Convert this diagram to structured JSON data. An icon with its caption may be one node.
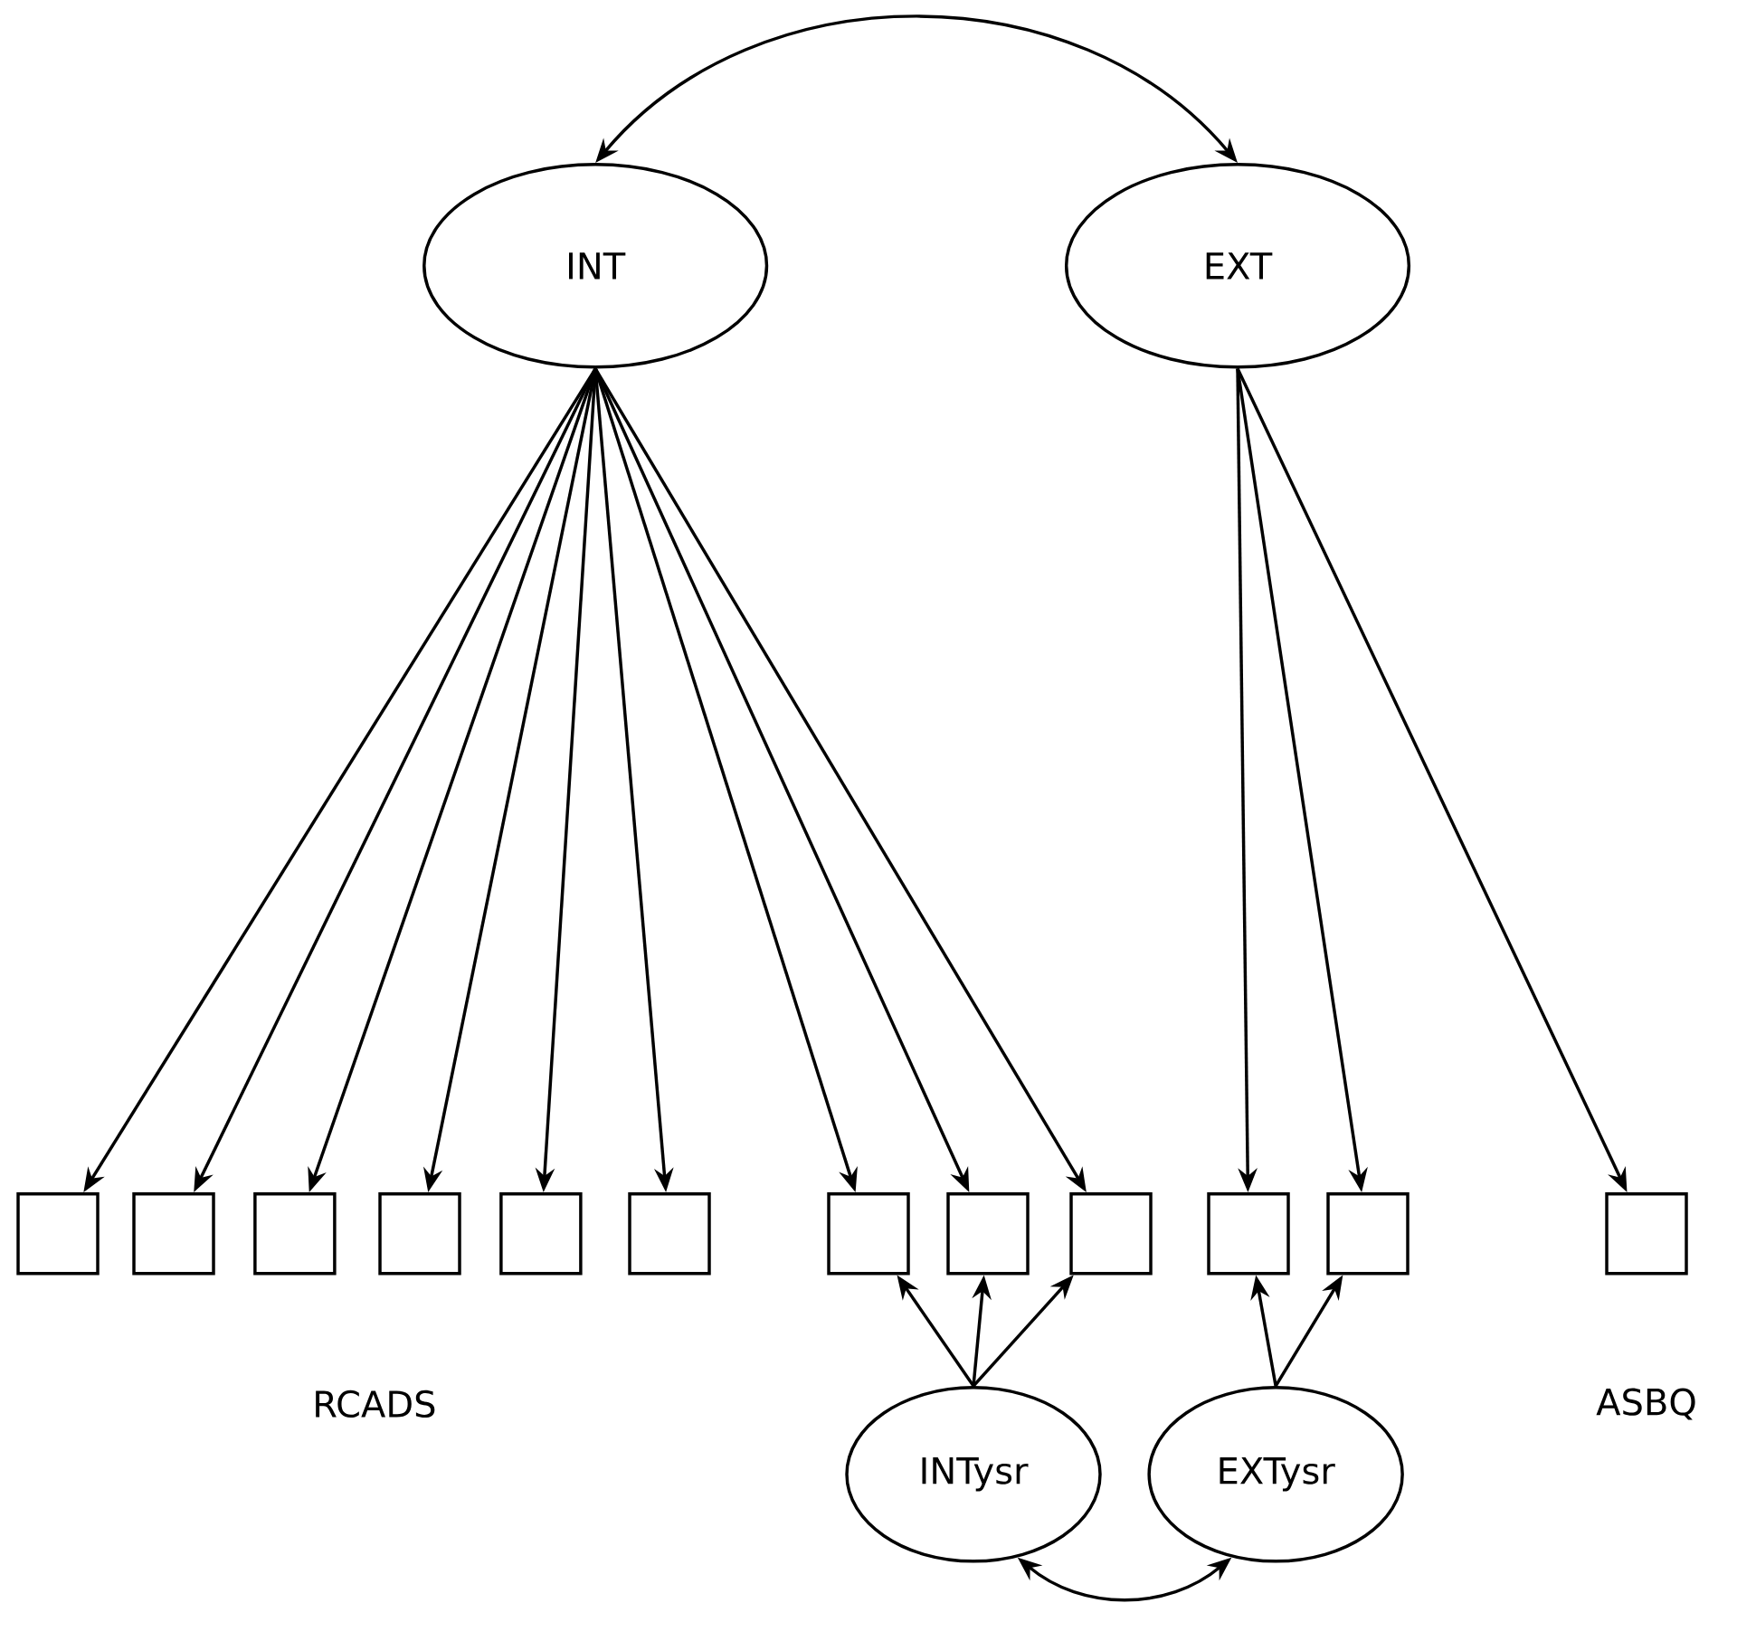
{
  "diagram": {
    "nodes": [
      {
        "text": [
          "INT"
        ]
      },
      {
        "text": [
          "EXT"
        ]
      },
      {
        "text": [],
        "shape": "box"
      },
      {
        "text": [],
        "shape": "box"
      },
      {
        "text": [],
        "shape": "box"
      },
      {
        "text": [],
        "shape": "box"
      },
      {
        "text": [],
        "shape": "box"
      },
      {
        "text": [],
        "shape": "box"
      },
      {
        "text": [],
        "shape": "box"
      },
      {
        "text": [],
        "shape": "box"
      },
      {
        "text": [],
        "shape": "box"
      },
      {
        "text": [],
        "shape": "box"
      },
      {
        "text": [],
        "shape": "box"
      },
      {
        "text": [],
        "shape": "box"
      },
      {
        "text": [
          "INTysr"
        ]
      },
      {
        "text": [
          "EXTysr"
        ]
      }
    ],
    "edges": [
      {
        "from": 0,
        "to": 1,
        "arrow": "both"
      },
      {
        "from": 0,
        "to": 2,
        "arrow": "to"
      },
      {
        "from": 0,
        "to": 3,
        "arrow": "to"
      },
      {
        "from": 0,
        "to": 4,
        "arrow": "to"
      },
      {
        "from": 0,
        "to": 5,
        "arrow": "to"
      },
      {
        "from": 0,
        "to": 6,
        "arrow": "to"
      },
      {
        "from": 0,
        "to": 7,
        "arrow": "to"
      },
      {
        "from": 0,
        "to": 8,
        "arrow": "to"
      },
      {
        "from": 0,
        "to": 9,
        "arrow": "to"
      },
      {
        "from": 0,
        "to": 10,
        "arrow": "to"
      },
      {
        "from": 1,
        "to": 11,
        "arrow": "to"
      },
      {
        "from": 1,
        "to": 12,
        "arrow": "to"
      },
      {
        "from": 1,
        "to": 13,
        "arrow": "to"
      },
      {
        "from": 14,
        "to": 8,
        "arrow": "to"
      },
      {
        "from": 14,
        "to": 9,
        "arrow": "to"
      },
      {
        "from": 14,
        "to": 10,
        "arrow": "to"
      },
      {
        "from": 15,
        "to": 11,
        "arrow": "to"
      },
      {
        "from": 15,
        "to": 12,
        "arrow": "to"
      },
      {
        "from": 14,
        "to": 15,
        "arrow": "both"
      }
    ],
    "labels": [
      "RCADS",
      "ASBQ"
    ]
  }
}
